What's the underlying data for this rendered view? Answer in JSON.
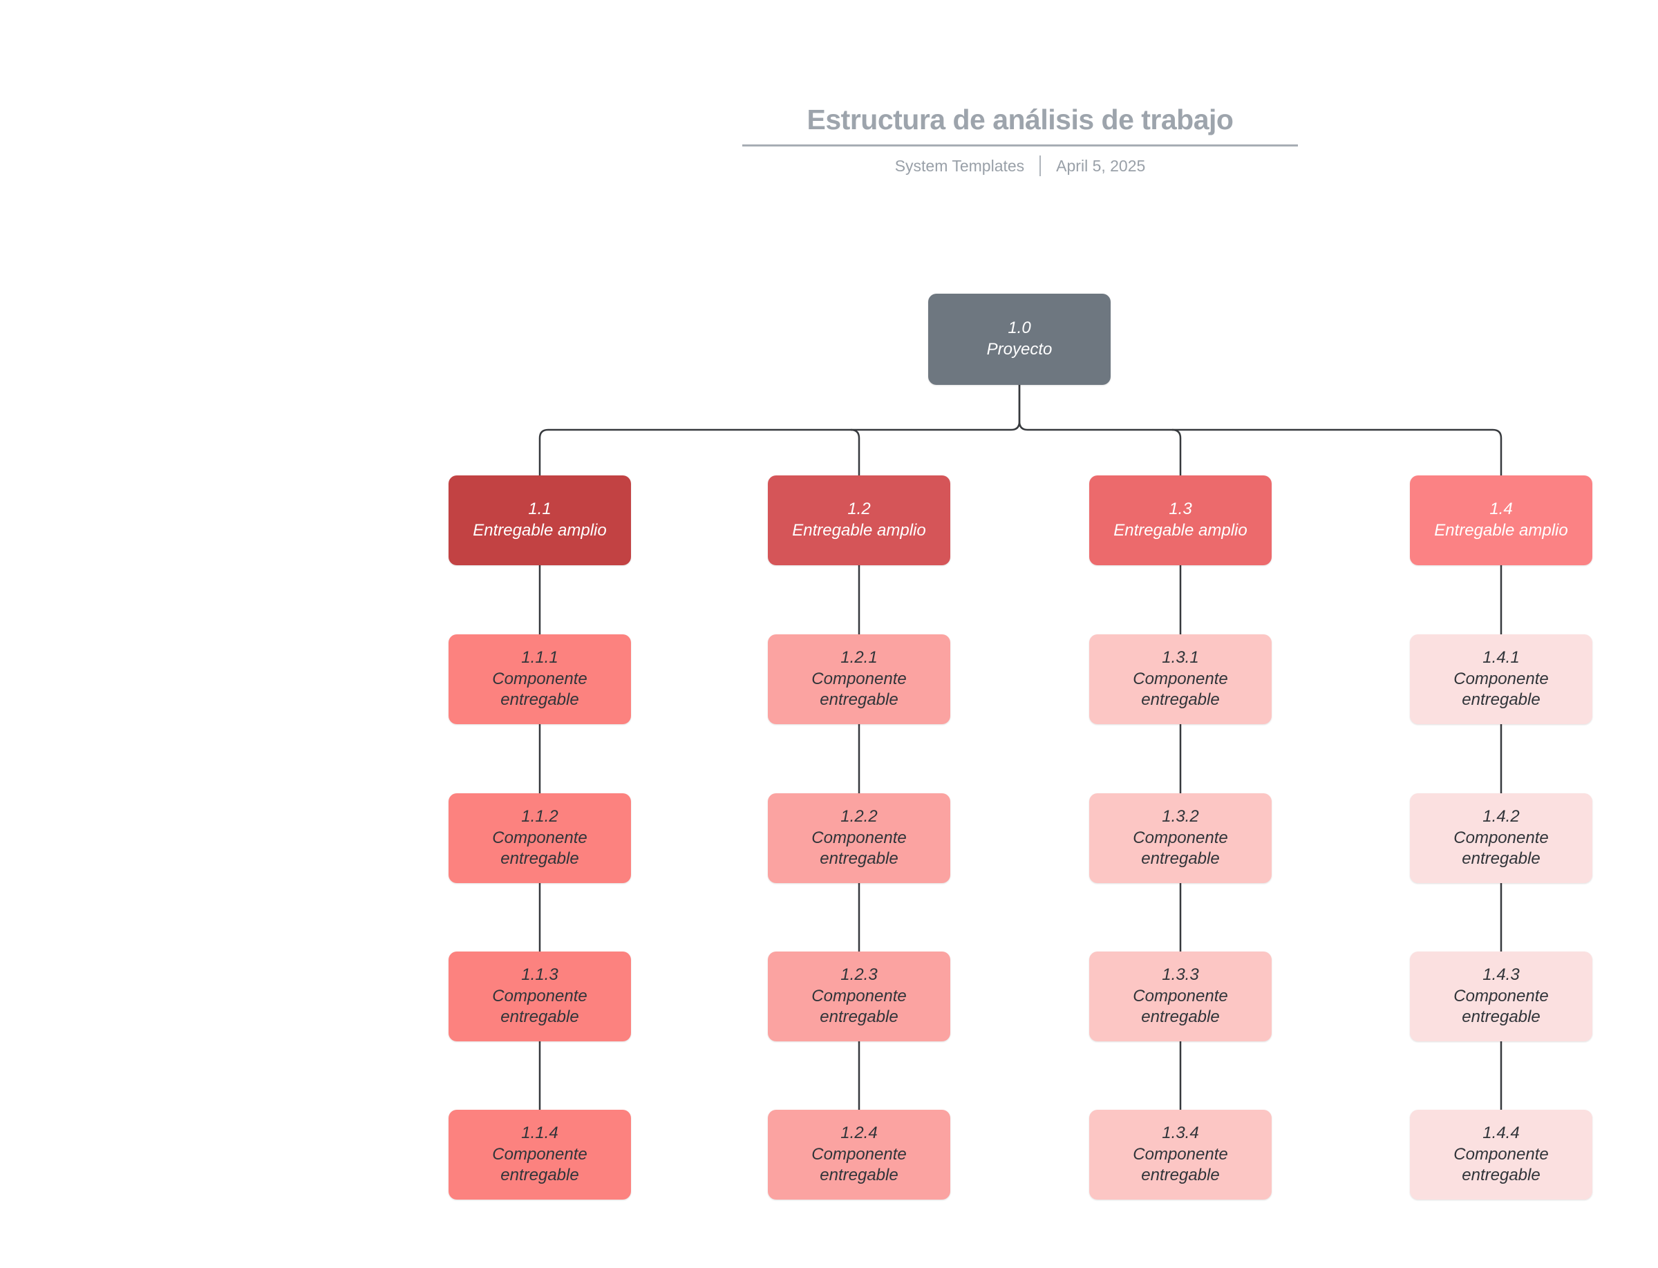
{
  "header": {
    "title": "Estructura de análisis de trabajo",
    "author": "System Templates",
    "date": "April 5, 2025"
  },
  "diagram": {
    "connector_color": "#36393D",
    "root": {
      "id": "1.0",
      "label": "Proyecto",
      "color": "#6E7780",
      "text_color": "#FFFFFF"
    },
    "columns": [
      {
        "header": {
          "id": "1.1",
          "label": "Entregable amplio",
          "color": "#C24243",
          "text_color": "#FFFFFF"
        },
        "child_color": "#FC827F",
        "child_text_color": "#303439",
        "children": [
          {
            "id": "1.1.1",
            "label": "Componente entregable"
          },
          {
            "id": "1.1.2",
            "label": "Componente entregable"
          },
          {
            "id": "1.1.3",
            "label": "Componente entregable"
          },
          {
            "id": "1.1.4",
            "label": "Componente entregable"
          }
        ]
      },
      {
        "header": {
          "id": "1.2",
          "label": "Entregable amplio",
          "color": "#D55558",
          "text_color": "#FFFFFF"
        },
        "child_color": "#FBA3A1",
        "child_text_color": "#303439",
        "children": [
          {
            "id": "1.2.1",
            "label": "Componente entregable"
          },
          {
            "id": "1.2.2",
            "label": "Componente entregable"
          },
          {
            "id": "1.2.3",
            "label": "Componente entregable"
          },
          {
            "id": "1.2.4",
            "label": "Componente entregable"
          }
        ]
      },
      {
        "header": {
          "id": "1.3",
          "label": "Entregable amplio",
          "color": "#EC6A6C",
          "text_color": "#FFFFFF"
        },
        "child_color": "#FCC6C4",
        "child_text_color": "#303439",
        "children": [
          {
            "id": "1.3.1",
            "label": "Componente entregable"
          },
          {
            "id": "1.3.2",
            "label": "Componente entregable"
          },
          {
            "id": "1.3.3",
            "label": "Componente entregable"
          },
          {
            "id": "1.3.4",
            "label": "Componente entregable"
          }
        ]
      },
      {
        "header": {
          "id": "1.4",
          "label": "Entregable amplio",
          "color": "#FB8284",
          "text_color": "#FFFFFF"
        },
        "child_color": "#FBE0E0",
        "child_text_color": "#303439",
        "children": [
          {
            "id": "1.4.1",
            "label": "Componente entregable"
          },
          {
            "id": "1.4.2",
            "label": "Componente entregable"
          },
          {
            "id": "1.4.3",
            "label": "Componente entregable"
          },
          {
            "id": "1.4.4",
            "label": "Componente entregable"
          }
        ]
      }
    ]
  }
}
